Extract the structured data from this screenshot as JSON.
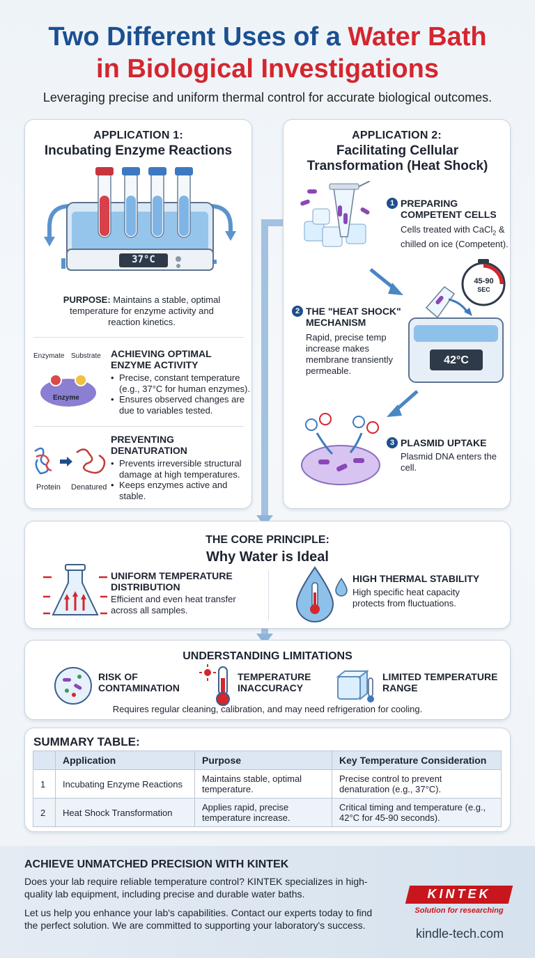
{
  "header": {
    "title_part1": "Two Different Uses of a ",
    "title_part2": "Water Bath",
    "title_line2": "in Biological Investigations",
    "subtitle": "Leveraging precise and uniform thermal control for accurate biological outcomes."
  },
  "app1": {
    "label": "APPLICATION 1:",
    "title": "Incubating Enzyme Reactions",
    "display_temp": "37°C",
    "purpose_label": "PURPOSE:",
    "purpose_text": " Maintains a stable, optimal temperature for enzyme activity and reaction kinetics.",
    "section1": {
      "title": "ACHIEVING OPTIMAL ENZYME ACTIVITY",
      "bullets": [
        "Precise, constant temperature (e.g., 37°C for human enzymes).",
        "Ensures observed changes are due to variables tested."
      ],
      "label_enzymate": "Enzymate",
      "label_substrate": "Substrate",
      "label_enzyme": "Enzyme"
    },
    "section2": {
      "title": "PREVENTING DENATURATION",
      "bullets": [
        "Prevents irreversible structural damage at high temperatures.",
        "Keeps enzymes active and stable."
      ],
      "label_protein": "Protein",
      "label_denatured": "Denatured"
    }
  },
  "app2": {
    "label": "APPLICATION 2:",
    "title": "Facilitating Cellular Transformation (Heat Shock)",
    "steps": [
      {
        "num": "1",
        "title": "PREPARING COMPETENT CELLS",
        "text_a": "Cells treated with CaCl",
        "text_sub": "2",
        "text_b": " & chilled on ice (Competent)."
      },
      {
        "num": "2",
        "title": "THE \"HEAT SHOCK\" MECHANISM",
        "text": "Rapid, precise temp increase makes membrane transiently permeable."
      },
      {
        "num": "3",
        "title": "PLASMID UPTAKE",
        "text": "Plasmid DNA enters the cell."
      }
    ],
    "bath_temp": "42°C",
    "timer_value": "45-90",
    "timer_unit": "SEC"
  },
  "core": {
    "label": "THE CORE PRINCIPLE:",
    "title": "Why Water is Ideal",
    "left_title": "UNIFORM TEMPERATURE DISTRIBUTION",
    "left_text": "Efficient and even heat transfer across all samples.",
    "right_title": "HIGH THERMAL STABILITY",
    "right_text": "High specific heat capacity protects from fluctuations."
  },
  "limits": {
    "title": "UNDERSTANDING LIMITATIONS",
    "items": [
      "RISK OF CONTAMINATION",
      "TEMPERATURE INACCURACY",
      "LIMITED TEMPERATURE RANGE"
    ],
    "note": "Requires regular cleaning, calibration, and may need refrigeration for cooling."
  },
  "summary": {
    "title": "SUMMARY TABLE:",
    "columns": [
      "",
      "Application",
      "Purpose",
      "Key Temperature Consideration"
    ],
    "rows": [
      [
        "1",
        "Incubating Enzyme Reactions",
        "Maintains stable, optimal temperature.",
        "Precise control to prevent denaturation (e.g., 37°C)."
      ],
      [
        "2",
        "Heat Shock Transformation",
        "Applies rapid, precise temperature increase.",
        "Critical timing and temperature (e.g., 42°C for 45-90 seconds)."
      ]
    ]
  },
  "footer": {
    "heading": "ACHIEVE UNMATCHED PRECISION WITH KINTEK",
    "para1": "Does your lab require reliable temperature control? KINTEK specializes in high-quality lab equipment, including precise and durable water baths.",
    "para2": "Let us help you enhance your lab's capabilities. Contact our experts today to find the perfect solution. We are committed to supporting your laboratory's success.",
    "brand": "KINTEK",
    "tagline": "Solution for researching",
    "url": "kindle-tech.com"
  },
  "colors": {
    "title_blue": "#1b4f91",
    "title_red": "#d4262e",
    "accent_blue": "#4b86c4",
    "brand_red": "#c8161d"
  }
}
